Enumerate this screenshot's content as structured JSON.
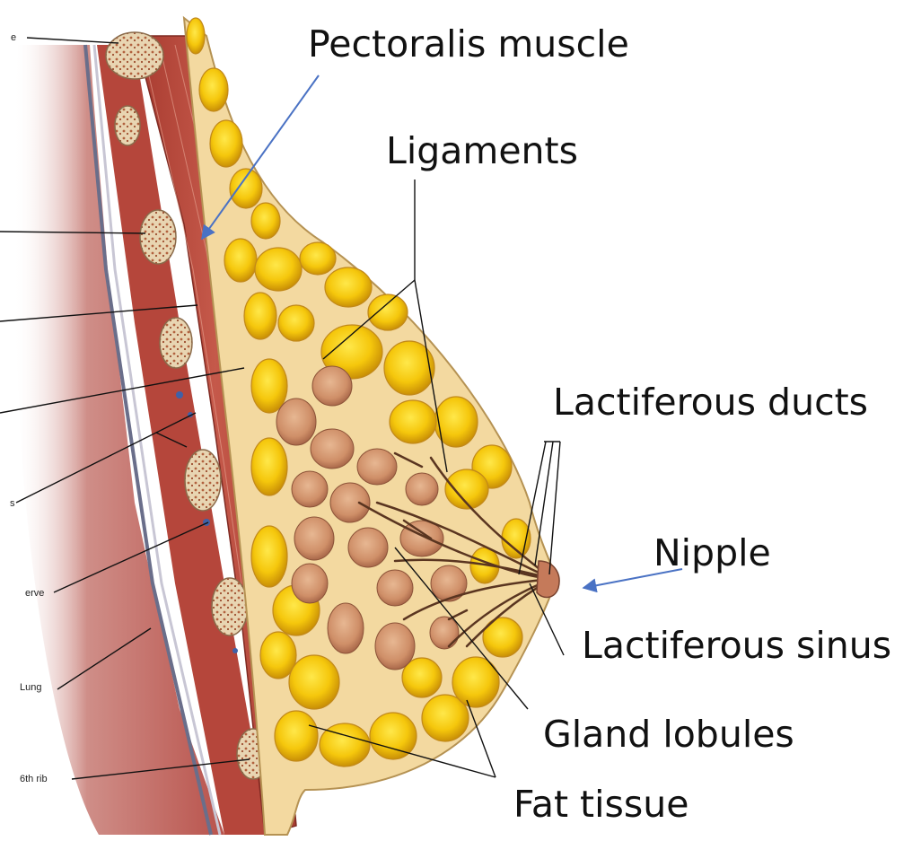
{
  "diagram": {
    "labels": {
      "pectoralis_muscle": "Pectoralis muscle",
      "ligaments": "Ligaments",
      "lactiferous_ducts": "Lactiferous ducts",
      "nipple": "Nipple",
      "lactiferous_sinus": "Lactiferous sinus",
      "gland_lobules": "Gland lobules",
      "fat_tissue": "Fat tissue"
    },
    "small_labels": {
      "lung": "Lung",
      "sixth_rib": "6th rib",
      "partial_e": "e",
      "partial_s": "s",
      "partial_erve": "erve"
    },
    "colors": {
      "arrow": "#4a72c4",
      "fat": "#f2c40f",
      "muscle": "#b8453a",
      "lung": "#c0605c",
      "gland": "#d49a70",
      "duct": "#5a3520"
    }
  }
}
